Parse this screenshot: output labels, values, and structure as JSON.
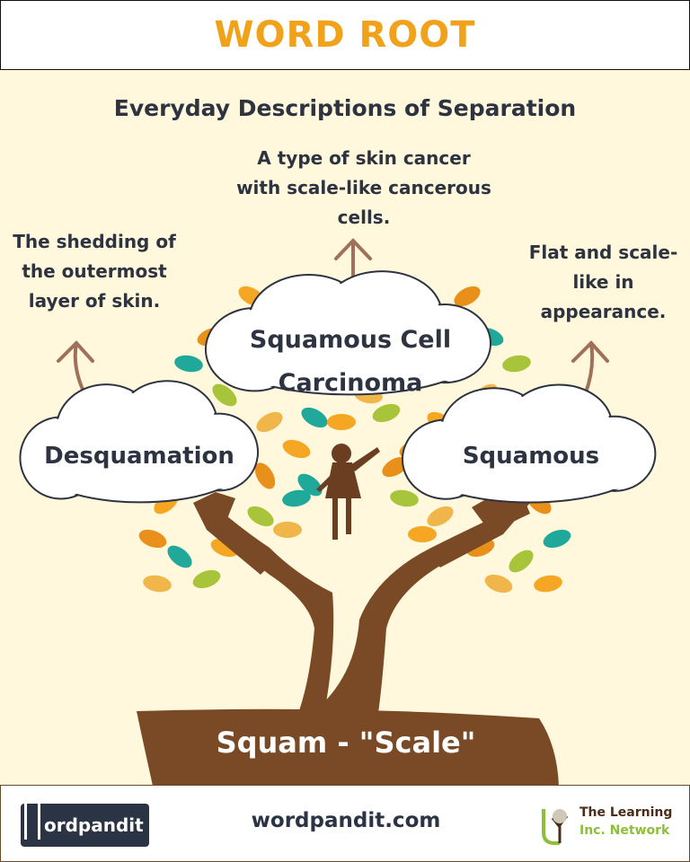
{
  "header": {
    "title": "WORD ROOT"
  },
  "subtitle": "Everyday Descriptions of Separation",
  "descriptions": {
    "center": [
      "A type of skin cancer",
      "with scale-like cancerous",
      "cells."
    ],
    "left": [
      "The shedding of",
      "the outermost",
      "layer of skin."
    ],
    "right": [
      "Flat and scale-",
      "like in",
      "appearance."
    ]
  },
  "clouds": {
    "center": [
      "Squamous Cell",
      "Carcinoma"
    ],
    "left": "Desquamation",
    "right": "Squamous"
  },
  "root": "Squam - \"Scale\"",
  "footer": {
    "logo_left": "ordpandit",
    "site": "wordpandit.com",
    "logo_right_line1": "The Learning",
    "logo_right_line2": "Inc. Network"
  },
  "colors": {
    "title": "#f0a21a",
    "text": "#2d3340",
    "trunk": "#7a4a26",
    "background": "#fff8dc"
  }
}
